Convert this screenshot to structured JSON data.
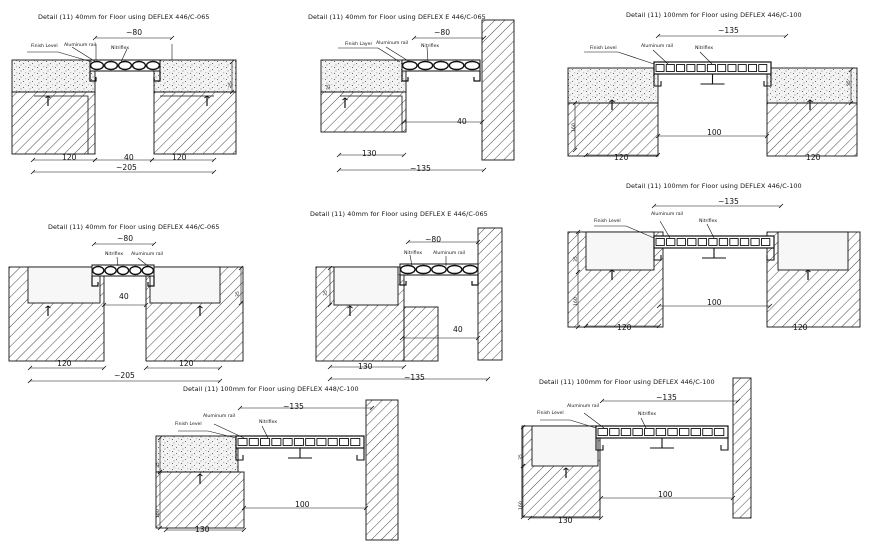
{
  "details": [
    {
      "id": "d1",
      "title": "Detail (11) 40mm for Floor using DEFLEX 446/C-065",
      "labels": [
        "Finish Level",
        "Aluminum rail",
        "Nitriflex"
      ],
      "dims": [
        "~80",
        "120",
        "40",
        "120",
        "~205",
        "35"
      ]
    },
    {
      "id": "d2",
      "title": "Detail (11) 40mm for Floor using DEFLEX E 446/C-065",
      "labels": [
        "Finish Layer",
        "Aluminum rail",
        "Nitriflex"
      ],
      "dims": [
        "~80",
        "40",
        "130",
        "~135",
        "35"
      ]
    },
    {
      "id": "d3",
      "title": "Detail (11) 100mm for Floor using DEFLEX 446/C-100",
      "labels": [
        "Finish Level",
        "Aluminum rail",
        "Nitriflex"
      ],
      "dims": [
        "~135",
        "100",
        "120",
        "120",
        "35",
        "160"
      ]
    },
    {
      "id": "d4",
      "title": "Detail (11) 40mm for Floor using DEFLEX 446/C-065",
      "labels": [
        "Nitriflex",
        "Aluminum rail"
      ],
      "dims": [
        "~80",
        "40",
        "120",
        "120",
        "~205",
        "35"
      ]
    },
    {
      "id": "d5",
      "title": "Detail (11) 40mm for Floor using DEFLEX E 446/C-065",
      "labels": [
        "Nitriflex",
        "Aluminum rail"
      ],
      "dims": [
        "~80",
        "40",
        "130",
        "~135",
        "35"
      ]
    },
    {
      "id": "d6",
      "title": "Detail (11) 100mm for Floor using DEFLEX 446/C-100",
      "labels": [
        "Finish Level",
        "Aluminum rail",
        "Nitriflex"
      ],
      "dims": [
        "~135",
        "100",
        "120",
        "120",
        "35",
        "160"
      ]
    },
    {
      "id": "d7",
      "title": "Detail (11) 100mm for Floor using DEFLEX 448/C-100",
      "labels": [
        "Finish Level",
        "Aluminum rail",
        "Nitriflex"
      ],
      "dims": [
        "~135",
        "100",
        "130",
        "35",
        "160"
      ]
    },
    {
      "id": "d8",
      "title": "Detail (11) 100mm for Floor using DEFLEX 446/C-100",
      "labels": [
        "Finish Level",
        "Aluminum rail",
        "Nitriflex"
      ],
      "dims": [
        "~135",
        "100",
        "130",
        "35",
        "160"
      ]
    }
  ]
}
